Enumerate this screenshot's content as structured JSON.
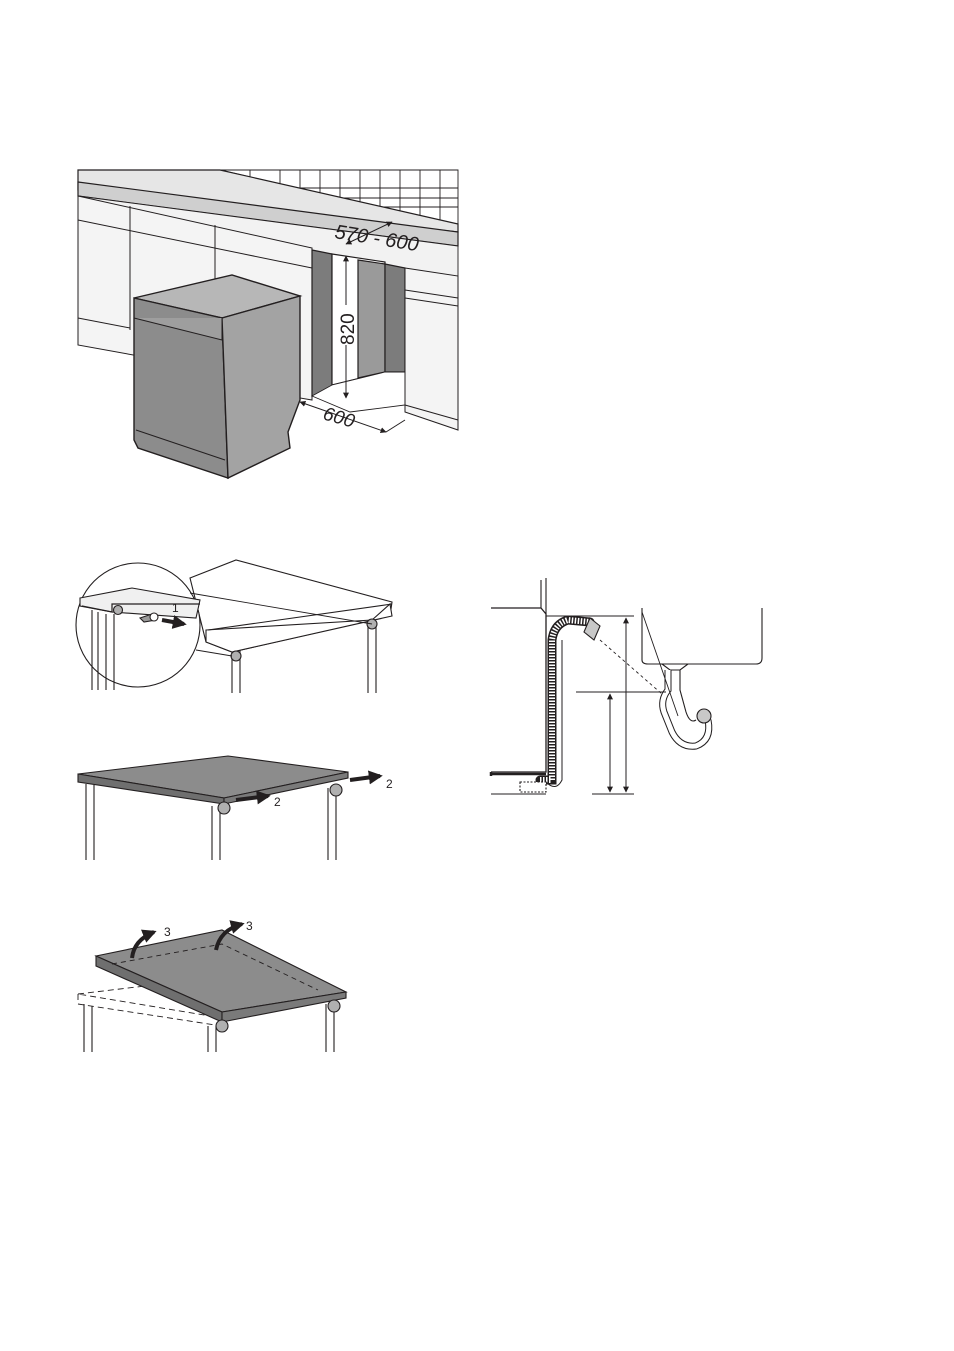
{
  "figure1": {
    "dim_recess_depth": "570 - 600",
    "dim_height": "820",
    "dim_width": "600"
  },
  "figure2": {
    "step": "1"
  },
  "figure3": {
    "step_a": "2",
    "step_b": "2"
  },
  "figure4": {
    "step_a": "3",
    "step_b": "3"
  },
  "colors": {
    "line": "#231f20",
    "panel_gray": "#9a9a9a",
    "panel_dark": "#7c7c7c",
    "panel_light": "#e6e6e6",
    "appliance": "#8c8c8c",
    "appliance_top": "#b7b7b7"
  }
}
